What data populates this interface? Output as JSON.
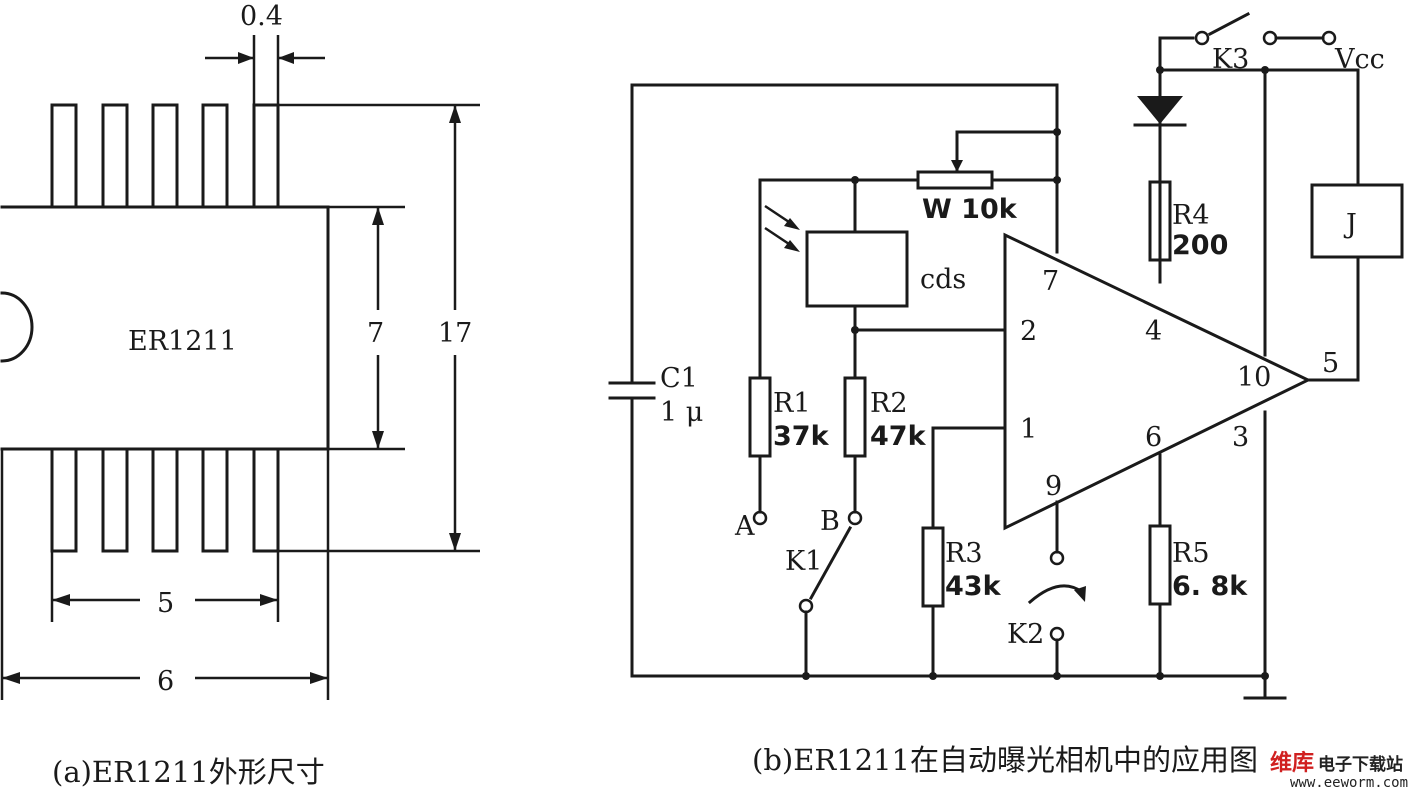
{
  "outline": {
    "chip_label": "ER1211",
    "dim_pin_width": "0.4",
    "dim_body_height": "7",
    "dim_total_height": "17",
    "dim_pin_span": "5",
    "dim_body_width": "6",
    "caption": "(a)ER1211外形尺寸"
  },
  "circuit": {
    "c1_name": "C1",
    "c1_value": "1 μ",
    "pot_label": "W 10k",
    "cds_label": "cds",
    "r1_name": "R1",
    "r1_value": "37k",
    "r2_name": "R2",
    "r2_value": "47k",
    "r3_name": "R3",
    "r3_value": "43k",
    "r4_name": "R4",
    "r4_value": "200",
    "r5_name": "R5",
    "r5_value": "6. 8k",
    "relay_label": "J",
    "k1_label": "K1",
    "k2_label": "K2",
    "k3_label": "K3",
    "vcc_label": "Vcc",
    "terminal_a": "A",
    "terminal_b": "B",
    "pin_7": "7",
    "pin_2": "2",
    "pin_1": "1",
    "pin_9": "9",
    "pin_4": "4",
    "pin_6": "6",
    "pin_10": "10",
    "pin_3": "3",
    "pin_5": "5",
    "caption": "(b)ER1211在自动曝光相机中的应用图"
  },
  "watermark": {
    "logo_text": "维库",
    "site_name": "电子下载站",
    "url": "www.eeworm.com"
  }
}
